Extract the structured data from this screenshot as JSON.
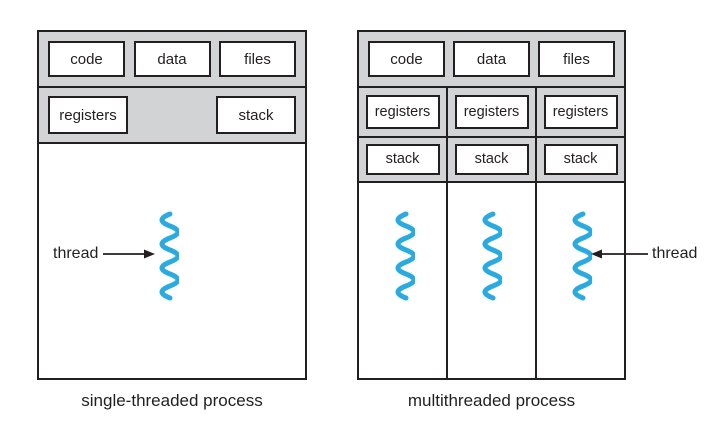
{
  "left_diagram": {
    "caption": "single-threaded process",
    "thread_label": "thread",
    "cells": {
      "code": "code",
      "data": "data",
      "files": "files",
      "registers": "registers",
      "stack": "stack"
    }
  },
  "right_diagram": {
    "caption": "multithreaded process",
    "thread_label": "thread",
    "top_row": {
      "code": "code",
      "data": "data",
      "files": "files"
    },
    "columns": [
      {
        "registers": "registers",
        "stack": "stack"
      },
      {
        "registers": "registers",
        "stack": "stack"
      },
      {
        "registers": "registers",
        "stack": "stack"
      }
    ]
  },
  "colors": {
    "thread_blue": "#29abe2",
    "panel_gray": "#d1d3d4",
    "line_dark": "#231f20"
  }
}
